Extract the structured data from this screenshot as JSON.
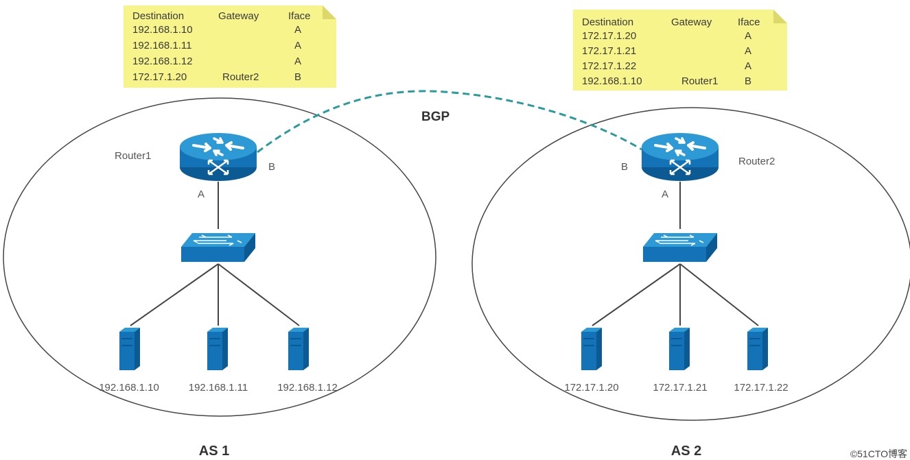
{
  "bgp_label": "BGP",
  "as1": {
    "label": "AS 1",
    "router": {
      "name": "Router1",
      "iface_a": "A",
      "iface_b": "B"
    },
    "hosts": [
      "192.168.1.10",
      "192.168.1.11",
      "192.168.1.12"
    ],
    "table": {
      "headers": [
        "Destination",
        "Gateway",
        "Iface"
      ],
      "rows": [
        [
          "192.168.1.10",
          "",
          "A"
        ],
        [
          "192.168.1.11",
          "",
          "A"
        ],
        [
          "192.168.1.12",
          "",
          "A"
        ],
        [
          "172.17.1.20",
          "Router2",
          "B"
        ]
      ]
    }
  },
  "as2": {
    "label": "AS 2",
    "router": {
      "name": "Router2",
      "iface_a": "A",
      "iface_b": "B"
    },
    "hosts": [
      "172.17.1.20",
      "172.17.1.21",
      "172.17.1.22"
    ],
    "table": {
      "headers": [
        "Destination",
        "Gateway",
        "Iface"
      ],
      "rows": [
        [
          "172.17.1.20",
          "",
          "A"
        ],
        [
          "172.17.1.21",
          "",
          "A"
        ],
        [
          "172.17.1.22",
          "",
          "A"
        ],
        [
          "192.168.1.10",
          "Router1",
          "B"
        ]
      ]
    }
  },
  "watermark": "©51CTO博客",
  "colors": {
    "note_fill": "#f7f48c",
    "note_fold": "#dcd86a",
    "device_blue": "#1473b7",
    "device_dark": "#0b5a93",
    "device_light": "#2d9ad6",
    "bgp_link": "#2a9a9c",
    "line": "#444444"
  }
}
